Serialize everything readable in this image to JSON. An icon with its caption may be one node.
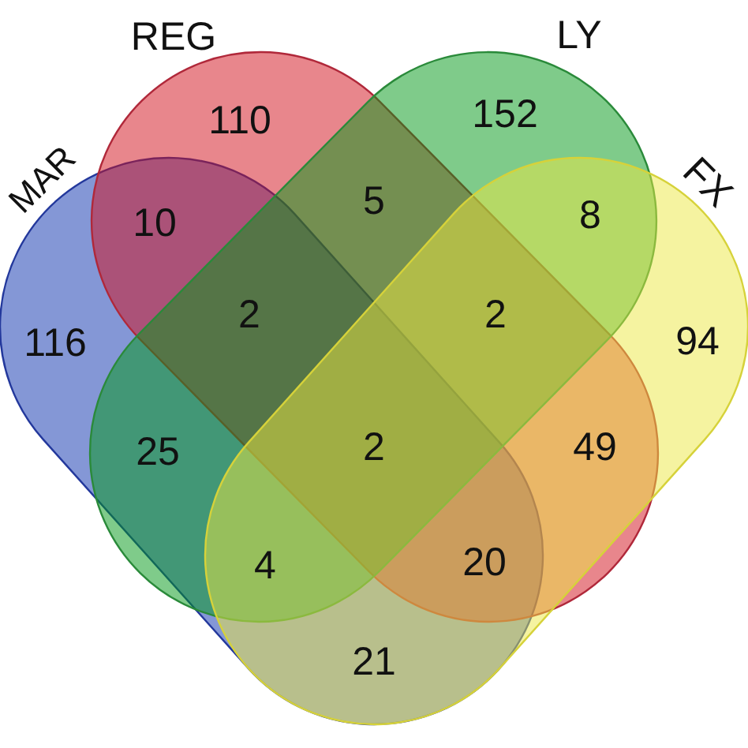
{
  "diagram": {
    "nodes": [
      {
        "text": [
          "MAR"
        ]
      },
      {
        "text": [
          "REG"
        ]
      },
      {
        "text": [
          "LY"
        ]
      },
      {
        "text": [
          "FX"
        ]
      }
    ],
    "labels": [
      "110",
      "152",
      "10",
      "5",
      "8",
      "116",
      "2",
      "2",
      "94",
      "25",
      "2",
      "49",
      "4",
      "20",
      "21"
    ]
  }
}
